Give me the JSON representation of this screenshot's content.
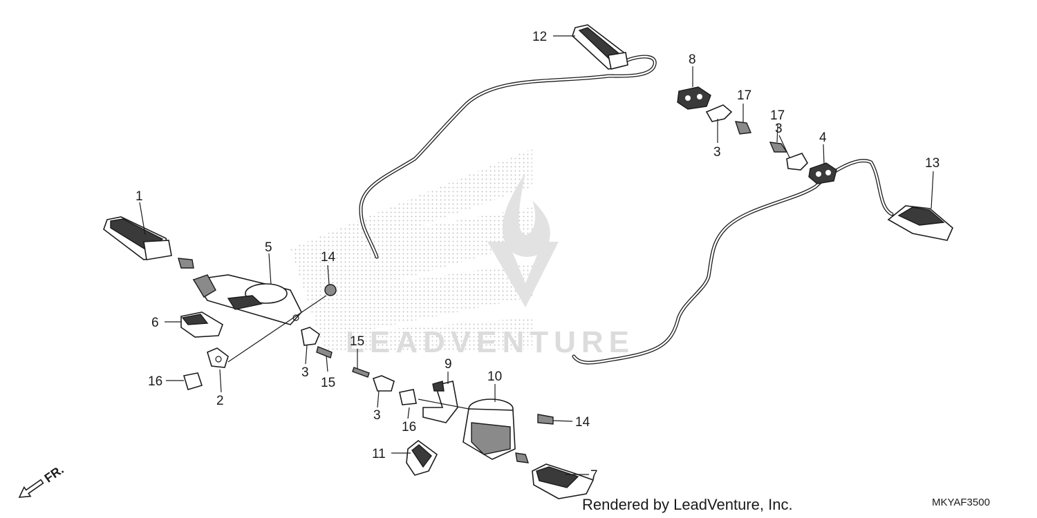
{
  "watermark": {
    "text": "LEADVENTURE"
  },
  "footer": {
    "rendered_by": "Rendered by LeadVenture, Inc.",
    "diagram_code": "MKYAF3500"
  },
  "front_indicator": {
    "label": "FR."
  },
  "callouts": {
    "c1": "1",
    "c2": "2",
    "c3a": "3",
    "c3b": "3",
    "c3c": "3",
    "c3d": "3",
    "c4": "4",
    "c5": "5",
    "c6": "6",
    "c7": "7",
    "c8": "8",
    "c9": "9",
    "c10": "10",
    "c11": "11",
    "c12": "12",
    "c13": "13",
    "c14a": "14",
    "c14b": "14",
    "c15a": "15",
    "c15b": "15",
    "c16a": "16",
    "c16b": "16",
    "c17a": "17",
    "c17b": "17"
  }
}
